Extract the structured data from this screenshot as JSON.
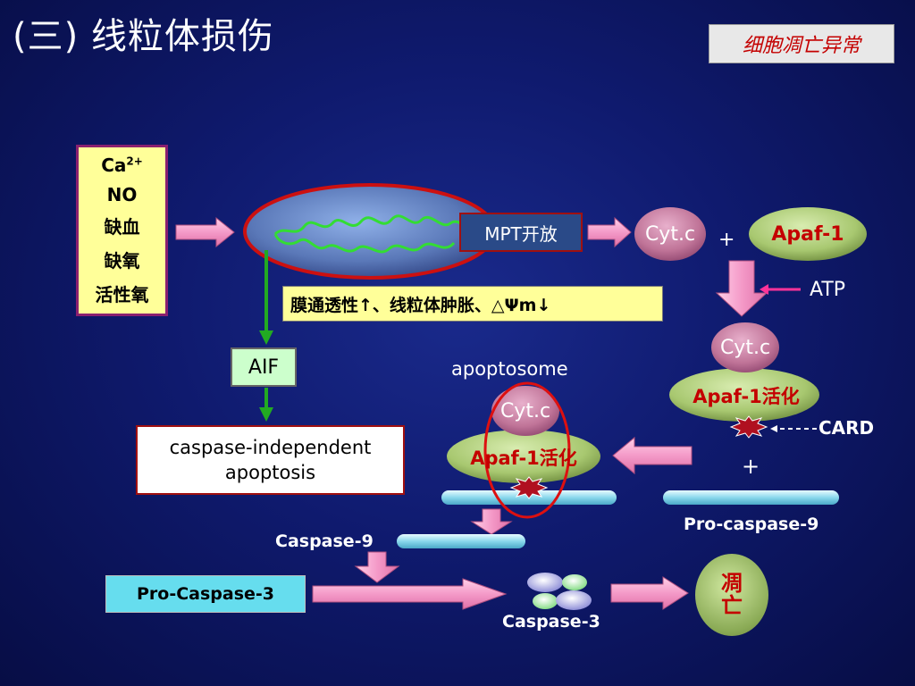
{
  "title": "(三) 线粒体损伤",
  "badge": "细胞凋亡异常",
  "stressors": [
    "Ca",
    "NO",
    "缺血",
    "缺氧",
    "活性氧"
  ],
  "stressors_ca_sup": "2+",
  "mpt": "MPT开放",
  "permeability": "膜通透性↑、线粒体肿胀、△Ψm↓",
  "cytc": "Cyt.c",
  "plus": "+",
  "apaf1": "Apaf-1",
  "atp": "ATP",
  "apaf1_active": "Apaf-1活化",
  "card": "CARD",
  "apoptosome": "apoptosome",
  "aif": "AIF",
  "caspase_independent": [
    "caspase-independent",
    "apoptosis"
  ],
  "pro_caspase9": "Pro-caspase-9",
  "caspase9": "Caspase-9",
  "pro_caspase3": "Pro-Caspase-3",
  "caspase3": "Caspase-3",
  "apoptosis": [
    "凋",
    "亡"
  ],
  "colors": {
    "background": "#0f1a6e",
    "arrow_pink": "#f6a0cc",
    "ellipse_mauve": "#c77aa0",
    "ellipse_green": "#a8c870",
    "highlight_red": "#c40000",
    "label_yellow": "#ffff99",
    "label_cyan": "#66ddee",
    "aif_green": "#ccffcc"
  }
}
